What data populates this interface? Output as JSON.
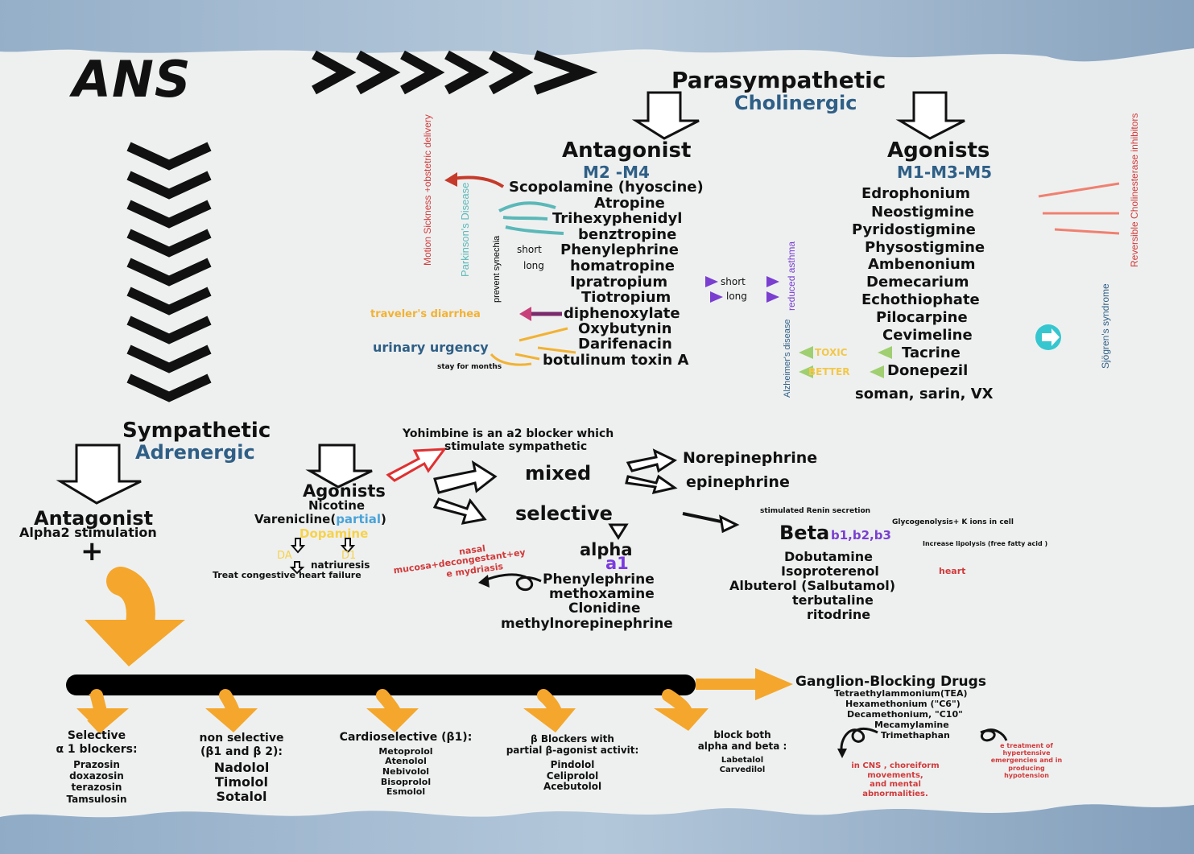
{
  "header": {
    "title": "ANS",
    "parasympathetic": "Parasympathetic",
    "cholinergic": "Cholinergic"
  },
  "para": {
    "antagonist": {
      "title": "Antagonist",
      "receptors": "M2 -M4",
      "drugs": [
        "Scopolamine (hyoscine)",
        "Atropine",
        "Trihexyphenidyl",
        "benztropine",
        "Phenylephrine",
        "homatropine",
        "Ipratropium",
        "Tiotropium",
        "diphenoxylate",
        "Oxybutynin",
        "Darifenacin",
        "botulinum toxin A"
      ],
      "short": "short",
      "long": "long",
      "short2": "short",
      "long2": "long",
      "motion": "Motion Sickness +obstetric delivery",
      "parkinson": "Parkinson's Disease",
      "synechia": "prevent synechia",
      "asthma": "reduced asthma",
      "travelers": "traveler's diarrhea",
      "urinary": "urinary urgency",
      "stay": "stay for months"
    },
    "agonists": {
      "title": "Agonists",
      "receptors": "M1-M3-M5",
      "drugs": [
        "Edrophonium",
        "Neostigmine",
        "Pyridostigmine",
        "Physostigmine",
        "Ambenonium",
        "Demecarium",
        "Echothiophate",
        "Pilocarpine",
        "Cevimeline",
        "Tacrine",
        "Donepezil",
        "soman, sarin, VX"
      ],
      "reversible": "Reversible Cholinesterase inhibitors",
      "sjogren": "Sjögren's syndrome",
      "alzheimer": "Alzheimer's disease",
      "toxic": "TOXIC",
      "better": "BETTER"
    }
  },
  "symp": {
    "title": "Sympathetic",
    "adrenergic": "Adrenergic",
    "antagonist": "Antagonist",
    "alpha2": "Alpha2 stimulation",
    "plus": "+",
    "agonists": "Agonists",
    "nicotine": "Nicotine",
    "varenicline": "Varenicline(",
    "partial": "partial",
    "close_paren": ")",
    "dopamine": "Dopamine",
    "da": "DA",
    "d1": "D1",
    "natriuresis": "natriuresis",
    "treat": "Treat congestive heart failure",
    "yohimbine1": "Yohimbine is an a2 blocker which",
    "yohimbine2": "stimulate sympathetic",
    "mixed": "mixed",
    "norepinephrine": "Norepinephrine",
    "epinephrine": "epinephrine",
    "selective": "selective",
    "alpha": "alpha",
    "a1": "a1",
    "nasal1": "nasal",
    "nasal2": "mucosa+decongestant+ey",
    "nasal3": "e mydriasis",
    "alpha_drugs": [
      "Phenylephrine",
      "methoxamine",
      "Clonidine",
      "methylnorepinephrine"
    ],
    "renin": "stimulated Renin secretion",
    "glyco": "Glycogenolysis+ K ions in cell",
    "beta": "Beta",
    "beta_sub": "b1,b2,b3",
    "lipolysis": "Increase lipolysis (free fatty acid )",
    "beta_drugs": [
      "Dobutamine",
      "Isoproterenol",
      "Albuterol (Salbutamol)",
      "terbutaline",
      "ritodrine"
    ],
    "heart": "heart"
  },
  "blockers": {
    "ganglion": {
      "title": "Ganglion-Blocking Drugs",
      "drugs": [
        "Tetraethylammonium(TEA)",
        "Hexamethonium (\"C6\")",
        "Decamethonium, \"C10\"",
        "Mecamylamine",
        "Trimethaphan"
      ],
      "cns": [
        "in CNS , choreiform",
        "movements,",
        "and mental",
        "abnormalities."
      ],
      "treatment": [
        "e treatment of",
        "hypertensive",
        "emergencies and in",
        "producing",
        "hypotension"
      ]
    },
    "groups": [
      {
        "title": [
          "Selective",
          "α 1 blockers:"
        ],
        "drugs": [
          "Prazosin",
          "doxazosin",
          "terazosin",
          "Tamsulosin"
        ]
      },
      {
        "title": [
          "non selective",
          "(β1 and β 2):"
        ],
        "drugs": [
          "Nadolol",
          "Timolol",
          "Sotalol"
        ]
      },
      {
        "title": [
          "Cardioselective (β1):"
        ],
        "drugs": [
          "Metoprolol",
          "Atenolol",
          "Nebivolol",
          "Bisoprolol",
          "Esmolol"
        ]
      },
      {
        "title": [
          "β Blockers with",
          "partial β-agonist activit:"
        ],
        "drugs": [
          "Pindolol",
          "Celiprolol",
          "Acebutolol"
        ]
      },
      {
        "title": [
          "block both",
          "alpha and beta :"
        ],
        "drugs": [
          "Labetalol",
          "Carvedilol"
        ]
      }
    ]
  },
  "colors": {
    "blue": "#2f5f86",
    "purple": "#7a3fd0",
    "red": "#d23a3a",
    "orange": "#f2b233",
    "teal": "#5bb8b8"
  }
}
